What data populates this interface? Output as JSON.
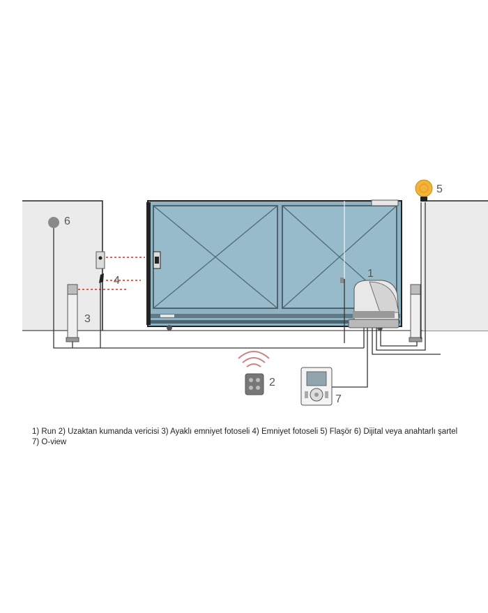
{
  "callouts": {
    "run": "1",
    "remote": "2",
    "pillar_photocell": "3",
    "photocell": "4",
    "flasher": "5",
    "switch": "6",
    "oview": "7"
  },
  "legend": {
    "line1": "1) Run  2) Uzaktan kumanda vericisi  3) Ayaklı emniyet fotoseli  4) Emniyet fotoseli  5) Flaşör  6) Dijital veya anahtarlı şartel",
    "line2": "7) O-view"
  },
  "colors": {
    "wall": "#ebebeb",
    "gate_fill": "#8fb3c3",
    "gate_frame": "#4d6470",
    "flasher": "#f2b33a",
    "beam": "#c0392b",
    "wire": "#333333"
  }
}
